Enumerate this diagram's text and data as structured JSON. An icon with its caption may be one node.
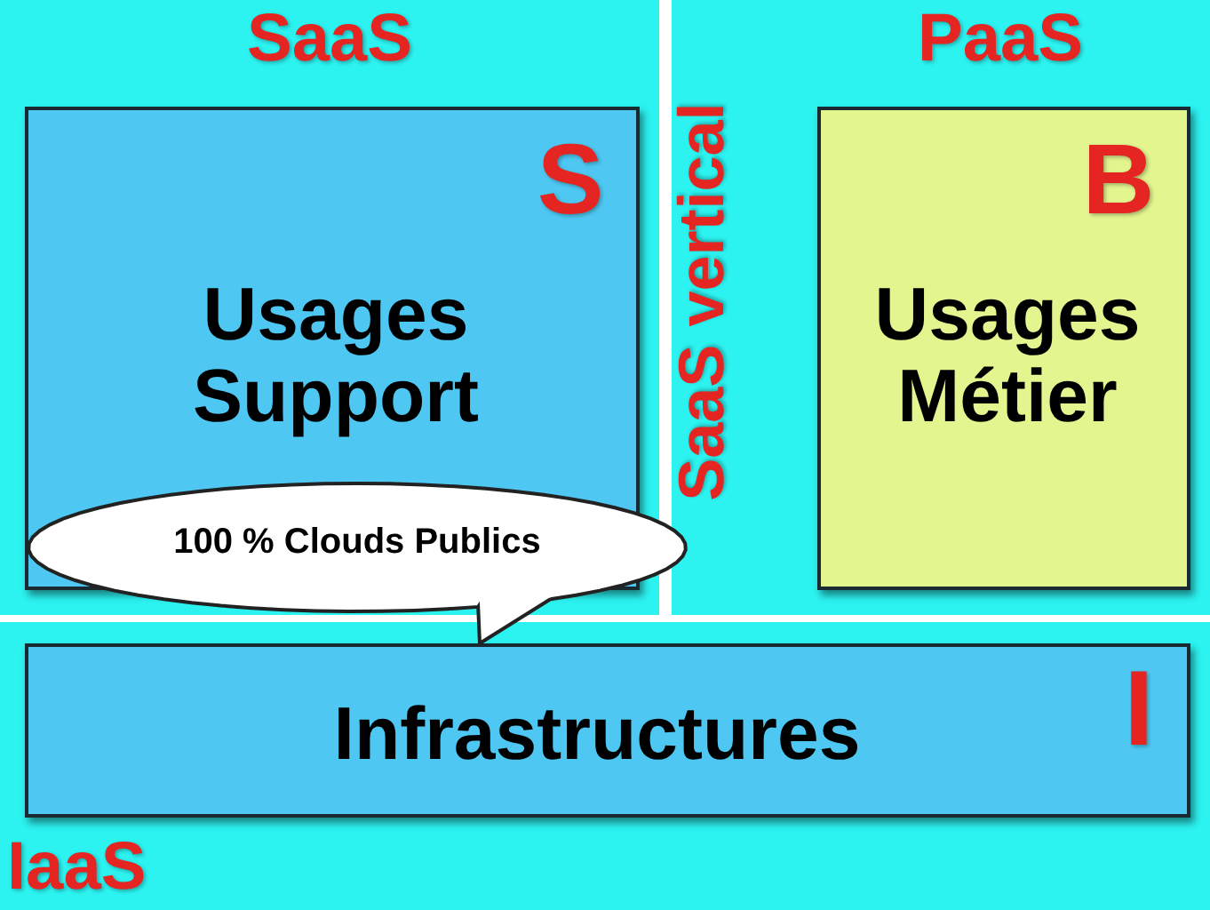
{
  "diagram": {
    "nodes": [
      {
        "text": [
          "SaaS"
        ]
      },
      {
        "text": [
          "S",
          "Usages Support"
        ],
        "in": 0
      },
      {
        "text": [
          "SaaS vertical",
          "PaaS"
        ]
      },
      {
        "text": [
          "B",
          "Usages Métier"
        ],
        "in": 2
      },
      {
        "text": [
          "IaaS"
        ]
      },
      {
        "text": [
          "Infrastructures",
          "I"
        ],
        "in": 4
      },
      {
        "text": [
          "100 % Clouds Publics"
        ]
      }
    ]
  }
}
